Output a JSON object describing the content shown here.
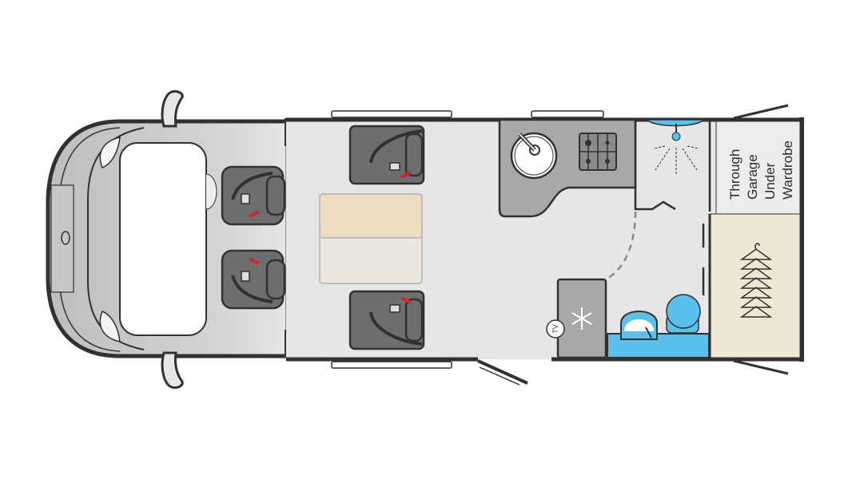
{
  "title": "Motorhome floor plan",
  "labels": {
    "garage_lines": [
      "Through",
      "Garage",
      "Under",
      "Wardrobe"
    ],
    "tv": "TV"
  },
  "colors": {
    "outline": "#2f3133",
    "floor": "#e6e6e7",
    "counter": "#a8a9ab",
    "seat": "#6c6e70",
    "table_top": "#eddcc0",
    "table_bottom": "#ebe7dc",
    "wardrobe": "#f0e6d4",
    "garage": "#ececec",
    "water": "#5bc0eb",
    "belt_red": "#d8232a"
  },
  "icons": [
    "sink-icon",
    "hob-icon",
    "shower-icon",
    "snowflake-icon",
    "tv-icon",
    "hanger-icon",
    "toilet-icon",
    "basin-icon",
    "seat-icon"
  ]
}
